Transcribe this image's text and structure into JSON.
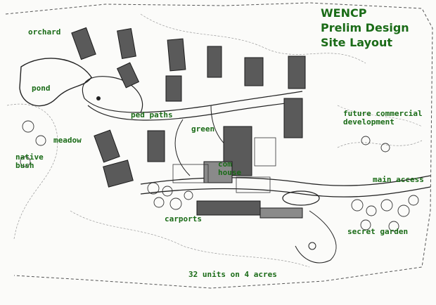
{
  "title": {
    "line1": "WENCP",
    "line2": "Prelim Design",
    "line3": "Site Layout"
  },
  "labels": {
    "orchard": "orchard",
    "pond": "pond",
    "ped_paths": "ped paths",
    "green": "green",
    "meadow": "meadow",
    "native": "native",
    "bush": "bush",
    "com": "com",
    "house": "house",
    "future1": "future commercial",
    "future2": "development",
    "main_access": "main access",
    "carports": "carports",
    "secret_garden": "secret garden"
  },
  "footer": "32 units on 4 acres",
  "colors": {
    "label_green": "#1a6b17",
    "building": "#5a5a5a",
    "line": "#333333"
  }
}
